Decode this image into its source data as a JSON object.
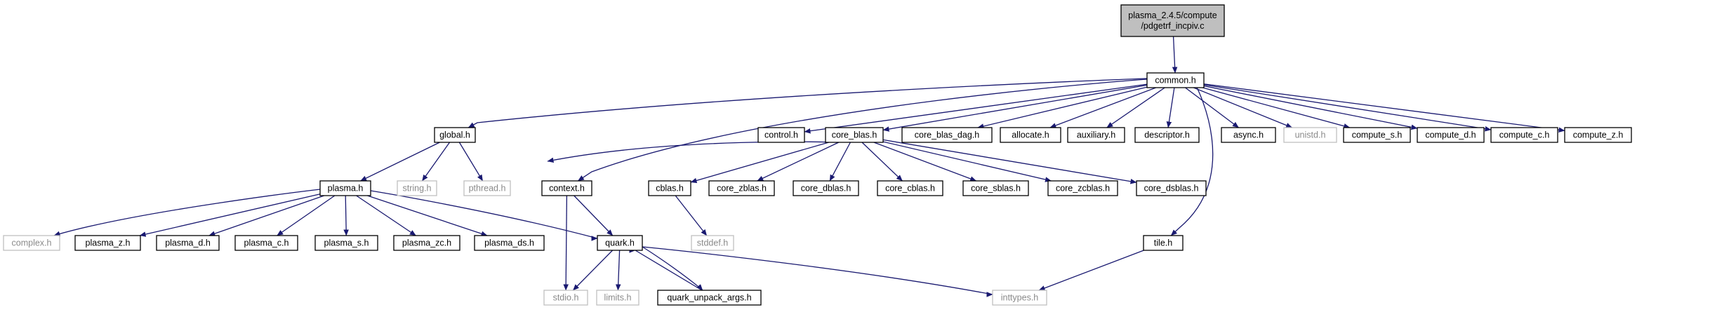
{
  "style": {
    "root_fill": "#bfbfbf",
    "node_stroke": "#000000",
    "external_stroke": "#bfbfbf",
    "edge_color": "#191970"
  },
  "nodes": [
    {
      "id": "root",
      "lines": [
        "plasma_2.4.5/compute",
        "/pdgetrf_incpiv.c"
      ],
      "kind": "root"
    },
    {
      "id": "common",
      "lines": [
        "common.h"
      ],
      "kind": "local"
    },
    {
      "id": "global",
      "lines": [
        "global.h"
      ],
      "kind": "local"
    },
    {
      "id": "control",
      "lines": [
        "control.h"
      ],
      "kind": "local"
    },
    {
      "id": "core_blas",
      "lines": [
        "core_blas.h"
      ],
      "kind": "local"
    },
    {
      "id": "core_blas_dag",
      "lines": [
        "core_blas_dag.h"
      ],
      "kind": "local"
    },
    {
      "id": "allocate",
      "lines": [
        "allocate.h"
      ],
      "kind": "local"
    },
    {
      "id": "auxiliary",
      "lines": [
        "auxiliary.h"
      ],
      "kind": "local"
    },
    {
      "id": "descriptor",
      "lines": [
        "descriptor.h"
      ],
      "kind": "local"
    },
    {
      "id": "async",
      "lines": [
        "async.h"
      ],
      "kind": "local"
    },
    {
      "id": "unistd",
      "lines": [
        "unistd.h"
      ],
      "kind": "external"
    },
    {
      "id": "compute_s",
      "lines": [
        "compute_s.h"
      ],
      "kind": "local"
    },
    {
      "id": "compute_d",
      "lines": [
        "compute_d.h"
      ],
      "kind": "local"
    },
    {
      "id": "compute_c",
      "lines": [
        "compute_c.h"
      ],
      "kind": "local"
    },
    {
      "id": "compute_z",
      "lines": [
        "compute_z.h"
      ],
      "kind": "local"
    },
    {
      "id": "plasma",
      "lines": [
        "plasma.h"
      ],
      "kind": "local"
    },
    {
      "id": "string",
      "lines": [
        "string.h"
      ],
      "kind": "external"
    },
    {
      "id": "pthread",
      "lines": [
        "pthread.h"
      ],
      "kind": "external"
    },
    {
      "id": "context",
      "lines": [
        "context.h"
      ],
      "kind": "local"
    },
    {
      "id": "cblas",
      "lines": [
        "cblas.h"
      ],
      "kind": "local"
    },
    {
      "id": "core_zblas",
      "lines": [
        "core_zblas.h"
      ],
      "kind": "local"
    },
    {
      "id": "core_dblas",
      "lines": [
        "core_dblas.h"
      ],
      "kind": "local"
    },
    {
      "id": "core_cblas",
      "lines": [
        "core_cblas.h"
      ],
      "kind": "local"
    },
    {
      "id": "core_sblas",
      "lines": [
        "core_sblas.h"
      ],
      "kind": "local"
    },
    {
      "id": "core_zcblas",
      "lines": [
        "core_zcblas.h"
      ],
      "kind": "local"
    },
    {
      "id": "core_dsblas",
      "lines": [
        "core_dsblas.h"
      ],
      "kind": "local"
    },
    {
      "id": "complex",
      "lines": [
        "complex.h"
      ],
      "kind": "external"
    },
    {
      "id": "plasma_z",
      "lines": [
        "plasma_z.h"
      ],
      "kind": "local"
    },
    {
      "id": "plasma_d",
      "lines": [
        "plasma_d.h"
      ],
      "kind": "local"
    },
    {
      "id": "plasma_c",
      "lines": [
        "plasma_c.h"
      ],
      "kind": "local"
    },
    {
      "id": "plasma_s",
      "lines": [
        "plasma_s.h"
      ],
      "kind": "local"
    },
    {
      "id": "plasma_zc",
      "lines": [
        "plasma_zc.h"
      ],
      "kind": "local"
    },
    {
      "id": "plasma_ds",
      "lines": [
        "plasma_ds.h"
      ],
      "kind": "local"
    },
    {
      "id": "quark",
      "lines": [
        "quark.h"
      ],
      "kind": "local"
    },
    {
      "id": "stddef",
      "lines": [
        "stddef.h"
      ],
      "kind": "external"
    },
    {
      "id": "tile",
      "lines": [
        "tile.h"
      ],
      "kind": "local"
    },
    {
      "id": "stdio",
      "lines": [
        "stdio.h"
      ],
      "kind": "external"
    },
    {
      "id": "limits",
      "lines": [
        "limits.h"
      ],
      "kind": "external"
    },
    {
      "id": "quark_unpack_args",
      "lines": [
        "quark_unpack_args.h"
      ],
      "kind": "local"
    },
    {
      "id": "inttypes",
      "lines": [
        "inttypes.h"
      ],
      "kind": "external"
    }
  ],
  "edges": [
    [
      "root",
      "common"
    ],
    [
      "common",
      "global"
    ],
    [
      "common",
      "control"
    ],
    [
      "common",
      "core_blas"
    ],
    [
      "common",
      "core_blas_dag"
    ],
    [
      "common",
      "allocate"
    ],
    [
      "common",
      "auxiliary"
    ],
    [
      "common",
      "descriptor"
    ],
    [
      "common",
      "async"
    ],
    [
      "common",
      "unistd"
    ],
    [
      "common",
      "compute_s"
    ],
    [
      "common",
      "compute_d"
    ],
    [
      "common",
      "compute_c"
    ],
    [
      "common",
      "compute_z"
    ],
    [
      "common",
      "context"
    ],
    [
      "common",
      "tile"
    ],
    [
      "global",
      "plasma"
    ],
    [
      "global",
      "string"
    ],
    [
      "global",
      "pthread"
    ],
    [
      "plasma",
      "complex"
    ],
    [
      "plasma",
      "plasma_z"
    ],
    [
      "plasma",
      "plasma_d"
    ],
    [
      "plasma",
      "plasma_c"
    ],
    [
      "plasma",
      "plasma_s"
    ],
    [
      "plasma",
      "plasma_zc"
    ],
    [
      "plasma",
      "plasma_ds"
    ],
    [
      "plasma",
      "quark"
    ],
    [
      "core_blas",
      "cblas"
    ],
    [
      "core_blas",
      "core_zblas"
    ],
    [
      "core_blas",
      "core_dblas"
    ],
    [
      "core_blas",
      "core_cblas"
    ],
    [
      "core_blas",
      "core_sblas"
    ],
    [
      "core_blas",
      "core_zcblas"
    ],
    [
      "core_blas",
      "core_dsblas"
    ],
    [
      "core_blas",
      "quark"
    ],
    [
      "cblas",
      "stddef"
    ],
    [
      "context",
      "quark"
    ],
    [
      "context",
      "stdio"
    ],
    [
      "quark",
      "stdio"
    ],
    [
      "quark",
      "limits"
    ],
    [
      "quark",
      "quark_unpack_args"
    ],
    [
      "quark",
      "inttypes"
    ],
    [
      "quark_unpack_args",
      "quark"
    ],
    [
      "tile",
      "inttypes"
    ]
  ]
}
